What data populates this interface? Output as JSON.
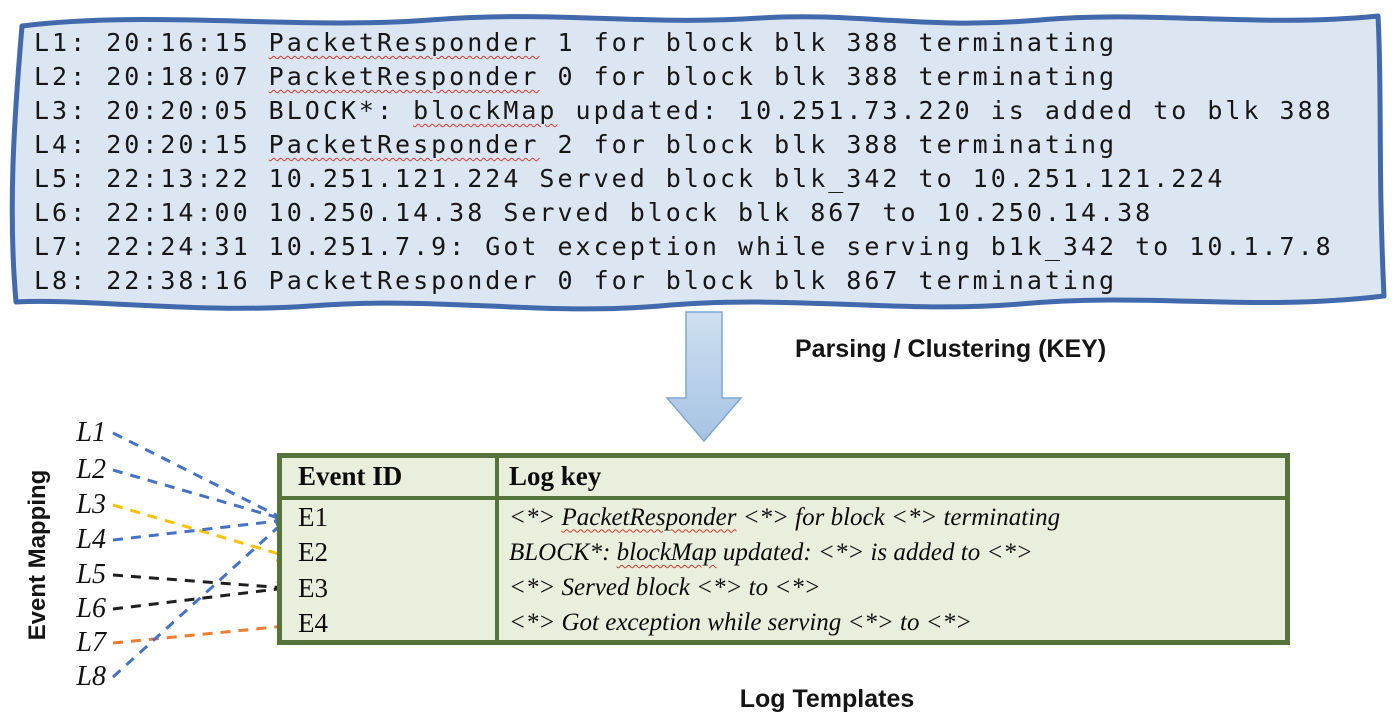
{
  "labels": {
    "parsing": "Parsing / Clustering (KEY)",
    "event_mapping": "Event Mapping",
    "log_templates": "Log Templates"
  },
  "log_box": {
    "lines": [
      {
        "name": "L1",
        "segments": [
          {
            "t": "L1: 20:16:15 "
          },
          {
            "t": "PacketResponder",
            "u": true
          },
          {
            "t": " 1 for block blk 388 terminating"
          }
        ]
      },
      {
        "name": "L2",
        "segments": [
          {
            "t": "L2: 20:18:07 "
          },
          {
            "t": "PacketResponder",
            "u": true
          },
          {
            "t": " 0 for block blk 388 terminating"
          }
        ]
      },
      {
        "name": "L3",
        "segments": [
          {
            "t": "L3: 20:20:05 BLOCK*: "
          },
          {
            "t": "blockMap",
            "u": true
          },
          {
            "t": " updated: 10.251.73.220 is added to blk 388"
          }
        ]
      },
      {
        "name": "L4",
        "segments": [
          {
            "t": "L4: 20:20:15 "
          },
          {
            "t": "PacketResponder",
            "u": true
          },
          {
            "t": " 2 for block blk 388 terminating"
          }
        ]
      },
      {
        "name": "L5",
        "segments": [
          {
            "t": "L5: 22:13:22 10.251.121.224 Served block blk_342 to 10.251.121.224"
          }
        ]
      },
      {
        "name": "L6",
        "segments": [
          {
            "t": "L6: 22:14:00 10.250.14.38 Served block blk 867 to 10.250.14.38"
          }
        ]
      },
      {
        "name": "L7",
        "segments": [
          {
            "t": "L7: 22:24:31 10.251.7.9: Got exception while serving b1k_342 to 10.1.7.8"
          }
        ]
      },
      {
        "name": "L8",
        "segments": [
          {
            "t": "L8: 22:38:16 PacketResponder 0 for block blk 867 terminating"
          }
        ]
      }
    ]
  },
  "table": {
    "header": [
      "Event ID",
      "Log key"
    ],
    "rows": [
      {
        "id": "E1",
        "segments": [
          {
            "t": "<*> "
          },
          {
            "t": "PacketResponder",
            "u": true
          },
          {
            "t": " <*> for block <*> terminating"
          }
        ]
      },
      {
        "id": "E2",
        "segments": [
          {
            "t": "BLOCK*: "
          },
          {
            "t": "blockMap",
            "u": true
          },
          {
            "t": " updated: <*> is added to <*>"
          }
        ]
      },
      {
        "id": "E3",
        "segments": [
          {
            "t": "<*> Served block <*> to <*>"
          }
        ]
      },
      {
        "id": "E4",
        "segments": [
          {
            "t": "<*> Got exception while serving <*> to <*>"
          }
        ]
      }
    ]
  },
  "mapping": {
    "sources": [
      "L1",
      "L2",
      "L3",
      "L4",
      "L5",
      "L6",
      "L7",
      "L8"
    ],
    "links": [
      {
        "from": "L1",
        "to": "E1",
        "color_key": "blue"
      },
      {
        "from": "L2",
        "to": "E1",
        "color_key": "blue"
      },
      {
        "from": "L3",
        "to": "E2",
        "color_key": "yellow"
      },
      {
        "from": "L4",
        "to": "E1",
        "color_key": "blue"
      },
      {
        "from": "L5",
        "to": "E3",
        "color_key": "black"
      },
      {
        "from": "L6",
        "to": "E3",
        "color_key": "black"
      },
      {
        "from": "L7",
        "to": "E4",
        "color_key": "orange"
      },
      {
        "from": "L8",
        "to": "E1",
        "color_key": "blue"
      }
    ]
  },
  "colors": {
    "blue": "#4472c4",
    "yellow": "#ffc000",
    "black": "#1f1f1f",
    "orange": "#ed7d31",
    "box_border": "#4169ab",
    "box_fill": "#dce6f2",
    "table_border": "#56743a",
    "table_fill": "#e9efdd",
    "squiggle": "#d8372b",
    "arrow_fill_light": "#cfe0f1",
    "arrow_fill_dark": "#a5c3e2",
    "arrow_stroke": "#7ea6d2"
  }
}
